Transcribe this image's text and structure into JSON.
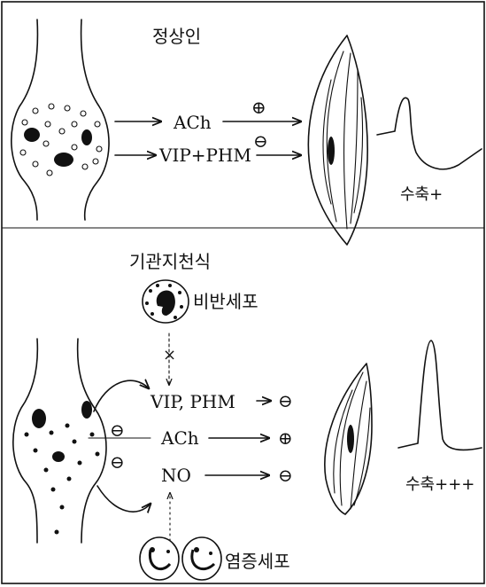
{
  "top": {
    "title": "정상인",
    "ach_label": "ACh",
    "vip_phm_label": "VIP+PHM",
    "plus_symbol": "⊕",
    "minus_symbol": "⊖",
    "contraction_label": "수축+"
  },
  "middle": {
    "condition_label": "기관지천식",
    "mast_cell_label": "비반세포",
    "block_symbol": "×"
  },
  "bottom": {
    "vip_phm_label": "VIP, PHM",
    "ach_label": "ACh",
    "no_label": "NO",
    "plus_symbol": "⊕",
    "minus_symbol": "⊖",
    "contraction_label": "수축+++",
    "inflammatory_cell_label": "염증세포"
  }
}
